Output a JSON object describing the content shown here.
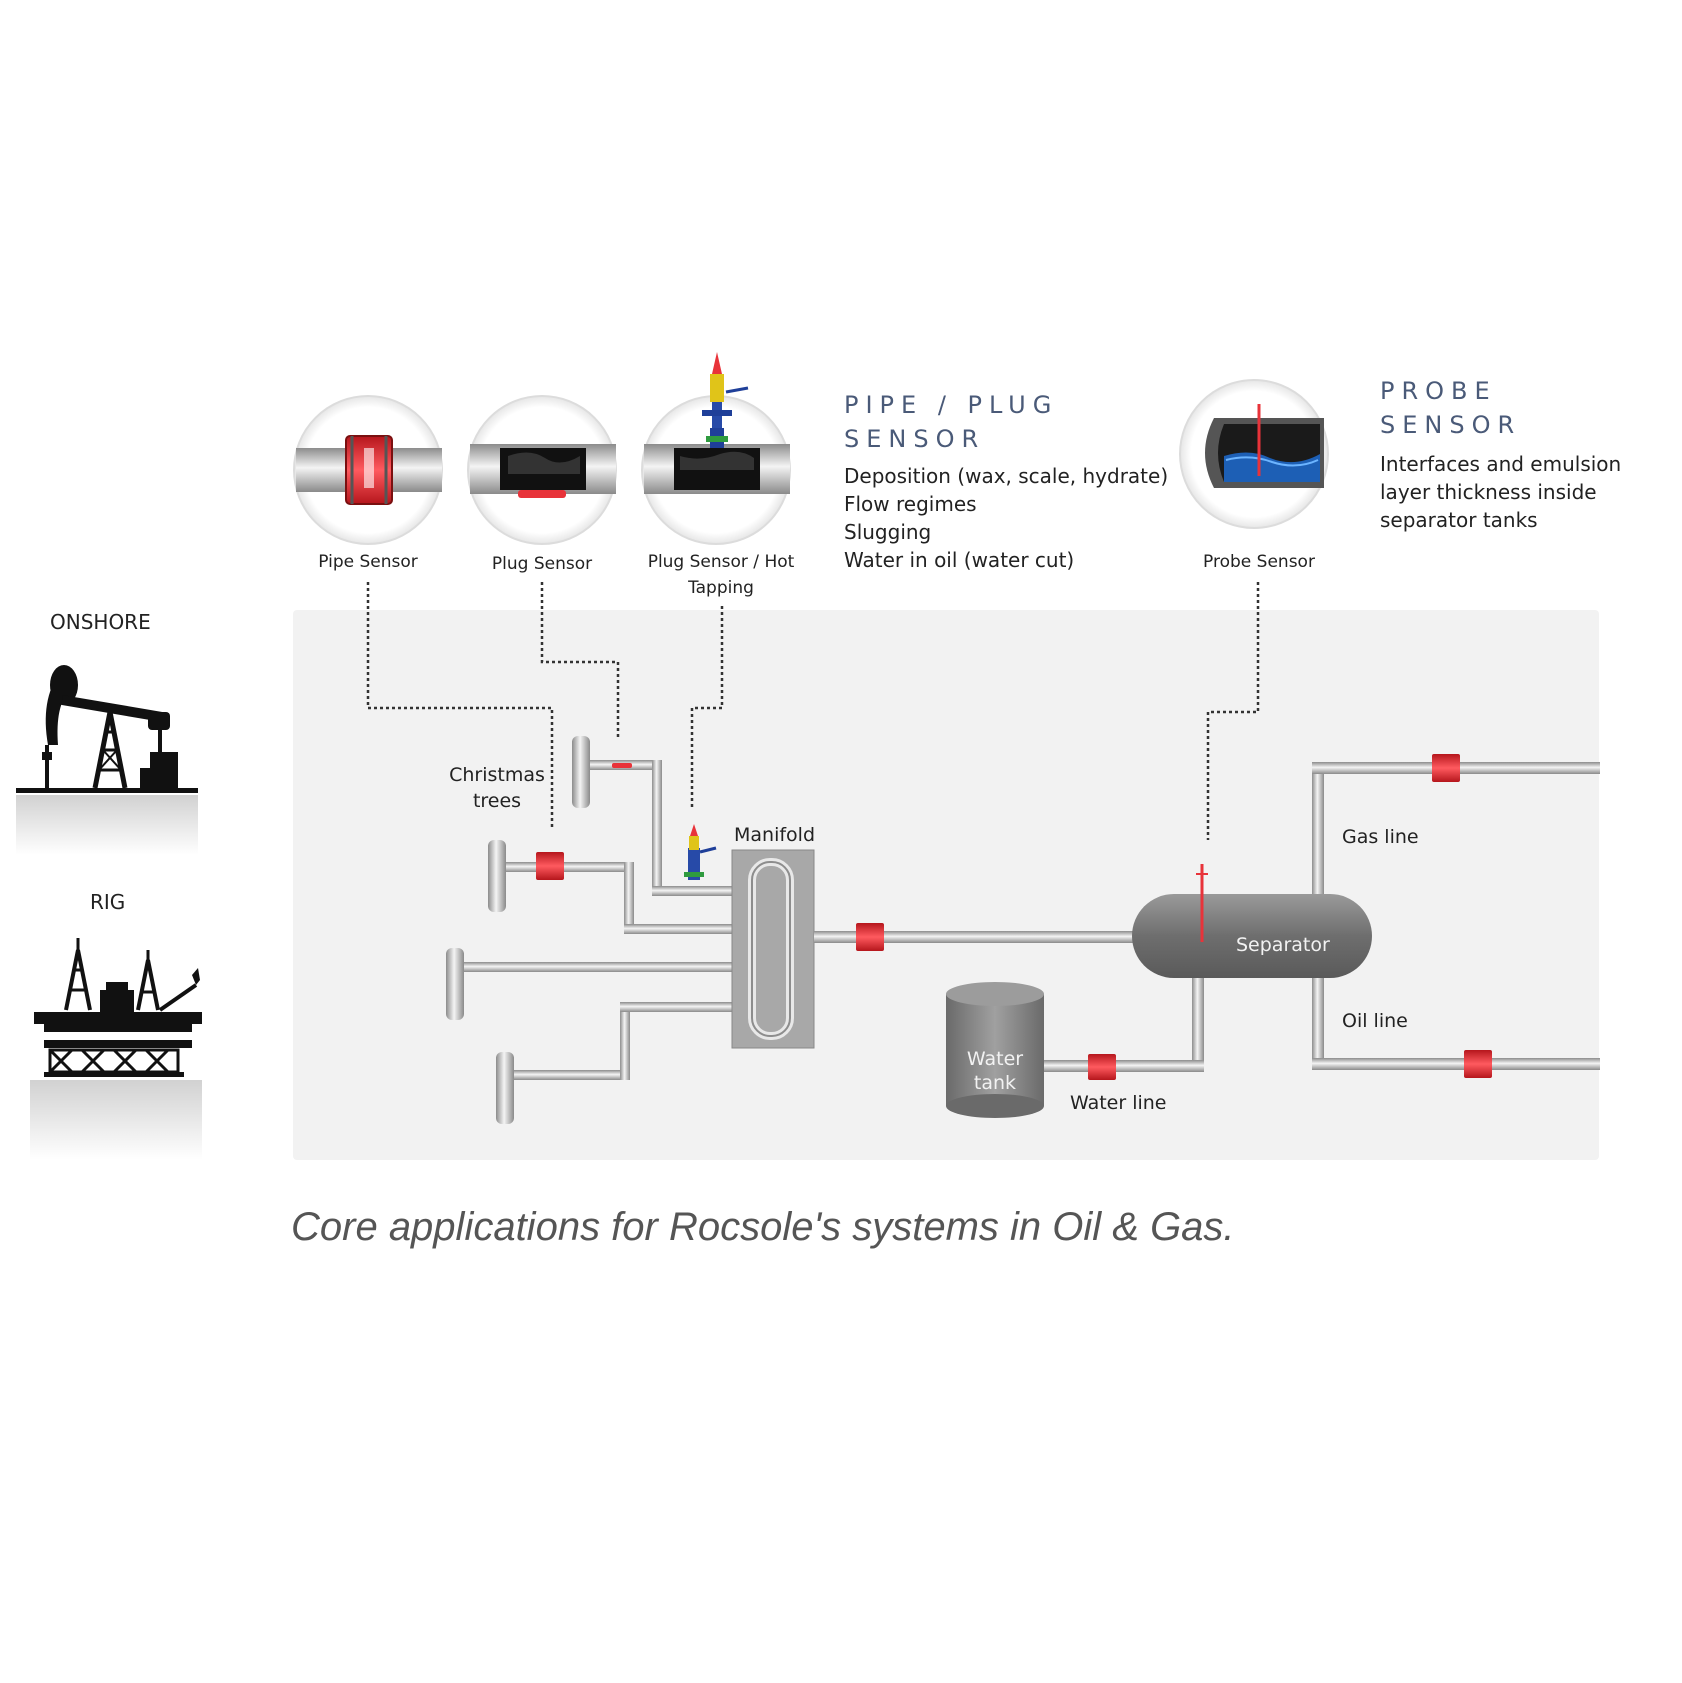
{
  "left_column": {
    "onshore_label": "ONSHORE",
    "rig_label": "RIG"
  },
  "sensors": {
    "pipe_sensor": "Pipe Sensor",
    "plug_sensor": "Plug Sensor",
    "plug_sensor_hot_tapping_line1": "Plug Sensor / Hot",
    "plug_sensor_hot_tapping_line2": "Tapping",
    "probe_sensor": "Probe Sensor"
  },
  "pipe_plug_heading": {
    "line1": "PIPE / PLUG",
    "line2": "SENSOR",
    "items": [
      "Deposition (wax, scale, hydrate)",
      "Flow regimes",
      "Slugging",
      "Water in oil (water cut)"
    ]
  },
  "probe_heading": {
    "line1": "PROBE",
    "line2": "SENSOR",
    "description_lines": [
      "Interfaces and emulsion",
      "layer thickness inside",
      "separator tanks"
    ]
  },
  "process": {
    "christmas_trees_line1": "Christmas",
    "christmas_trees_line2": "trees",
    "manifold": "Manifold",
    "separator": "Separator",
    "water_tank_line1": "Water",
    "water_tank_line2": "tank",
    "water_line": "Water line",
    "gas_line": "Gas line",
    "oil_line": "Oil line"
  },
  "caption": "Core applications for Rocsole's systems in Oil & Gas.",
  "colors": {
    "panel_bg": "#f2f2f2",
    "pipe": "#b9b9b9",
    "sensor_red": "#e8333a",
    "heading_blue": "#4a5a78",
    "vessel_grey": "#7d7d7d"
  }
}
